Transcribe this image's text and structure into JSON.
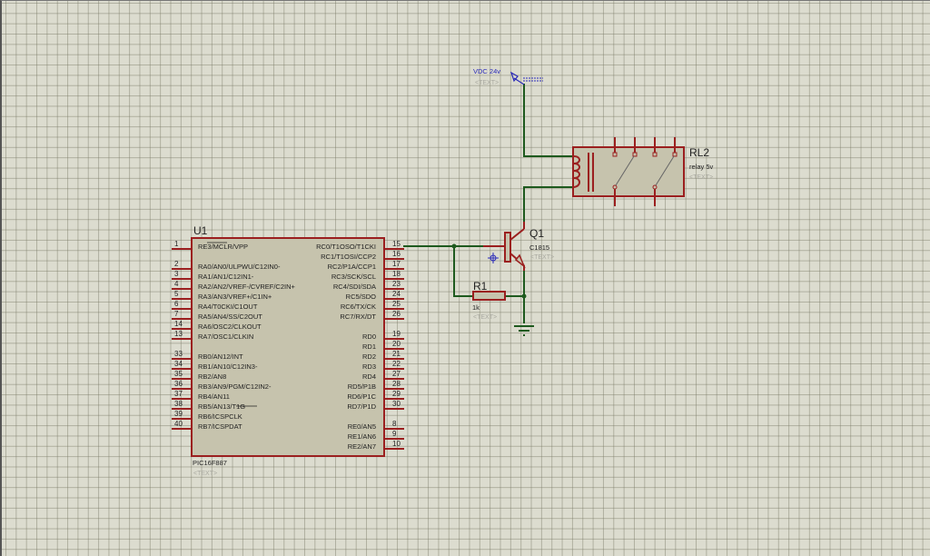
{
  "app": {
    "view": "schematic-capture"
  },
  "colors": {
    "background": "#dcdccf",
    "component_body": "#c6c3ad",
    "component_outline": "#9b1f1f",
    "wire": "#1e5a1e",
    "power_label": "#2a2ab8",
    "placeholder_text": "#a9a9a0"
  },
  "components": {
    "u1": {
      "ref": "U1",
      "part": "PIC16F887",
      "text": "<TEXT>",
      "left_pins": [
        {
          "num": "1",
          "label": "RE3/MCLR/VPP"
        },
        {
          "num": "2",
          "label": "RA0/AN0/ULPWU/C12IN0-"
        },
        {
          "num": "3",
          "label": "RA1/AN1/C12IN1-"
        },
        {
          "num": "4",
          "label": "RA2/AN2/VREF-/CVREF/C2IN+"
        },
        {
          "num": "5",
          "label": "RA3/AN3/VREF+/C1IN+"
        },
        {
          "num": "6",
          "label": "RA4/T0CKI/C1OUT"
        },
        {
          "num": "7",
          "label": "RA5/AN4/SS/C2OUT"
        },
        {
          "num": "14",
          "label": "RA6/OSC2/CLKOUT"
        },
        {
          "num": "13",
          "label": "RA7/OSC1/CLKIN"
        },
        {
          "num": "33",
          "label": "RB0/AN12/INT"
        },
        {
          "num": "34",
          "label": "RB1/AN10/C12IN3-"
        },
        {
          "num": "35",
          "label": "RB2/AN8"
        },
        {
          "num": "36",
          "label": "RB3/AN9/PGM/C12IN2-"
        },
        {
          "num": "37",
          "label": "RB4/AN11"
        },
        {
          "num": "38",
          "label": "RB5/AN13/T1G"
        },
        {
          "num": "39",
          "label": "RB6/ICSPCLK"
        },
        {
          "num": "40",
          "label": "RB7/ICSPDAT"
        }
      ],
      "right_pins": [
        {
          "num": "15",
          "label": "RC0/T1OSO/T1CKI"
        },
        {
          "num": "16",
          "label": "RC1/T1OSI/CCP2"
        },
        {
          "num": "17",
          "label": "RC2/P1A/CCP1"
        },
        {
          "num": "18",
          "label": "RC3/SCK/SCL"
        },
        {
          "num": "23",
          "label": "RC4/SDI/SDA"
        },
        {
          "num": "24",
          "label": "RC5/SDO"
        },
        {
          "num": "25",
          "label": "RC6/TX/CK"
        },
        {
          "num": "26",
          "label": "RC7/RX/DT"
        },
        {
          "num": "19",
          "label": "RD0"
        },
        {
          "num": "20",
          "label": "RD1"
        },
        {
          "num": "21",
          "label": "RD2"
        },
        {
          "num": "22",
          "label": "RD3"
        },
        {
          "num": "27",
          "label": "RD4"
        },
        {
          "num": "28",
          "label": "RD5/P1B"
        },
        {
          "num": "29",
          "label": "RD6/P1C"
        },
        {
          "num": "30",
          "label": "RD7/P1D"
        },
        {
          "num": "8",
          "label": "RE0/AN5"
        },
        {
          "num": "9",
          "label": "RE1/AN6"
        },
        {
          "num": "10",
          "label": "RE2/AN7"
        }
      ]
    },
    "q1": {
      "ref": "Q1",
      "part": "C1815",
      "text": "<TEXT>"
    },
    "r1": {
      "ref": "R1",
      "value": "1k",
      "text": "<TEXT>"
    },
    "rl2": {
      "ref": "RL2",
      "value": "relay 5v",
      "text": "<TEXT>"
    },
    "power": {
      "label": "VDC 24v",
      "text": "<TEXT>"
    }
  }
}
